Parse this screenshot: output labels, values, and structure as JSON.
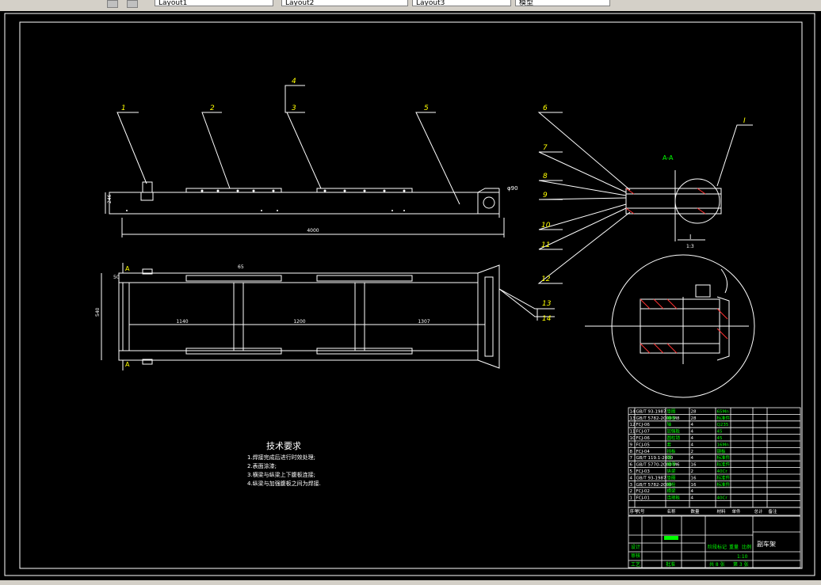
{
  "toolbar": {
    "tabs": [
      "Layout1",
      "Layout2",
      "Layout3",
      "模型"
    ]
  },
  "drawing": {
    "callouts": [
      "1",
      "2",
      "3",
      "4",
      "5",
      "6",
      "7",
      "8",
      "9",
      "10",
      "11",
      "12",
      "13",
      "14"
    ],
    "section_label": "A-A",
    "section_cut": "A",
    "detail_label": "I",
    "detail_scale": "1:3",
    "dims": {
      "overall_length": "4000",
      "side_height": "246",
      "diameter": "φ90",
      "width": "540",
      "span_1": "1140",
      "span_2": "1200",
      "span_3": "1307",
      "small_left": "50",
      "small_top": "65"
    }
  },
  "tech_req": {
    "title": "技术要求",
    "items": [
      "1.焊接完成后进行时效处理;",
      "2.表面涂漆;",
      "3.横梁与纵梁上下腹板连接;",
      "4.纵梁与加强腹板之间为焊接."
    ]
  },
  "bom": {
    "rows": [
      {
        "no": "14",
        "code": "GB/T 93-1987",
        "name": "垫圈",
        "qty": "28",
        "mat": "65Mn"
      },
      {
        "no": "13",
        "code": "GB/T 5782-2000 M8",
        "name": "螺栓",
        "qty": "28",
        "mat": "标准件"
      },
      {
        "no": "12",
        "code": "FCJ-06",
        "name": "轴",
        "qty": "4",
        "mat": "Q235"
      },
      {
        "no": "11",
        "code": "FCJ-07",
        "name": "加强板",
        "qty": "4",
        "mat": "45"
      },
      {
        "no": "10",
        "code": "FCJ-06",
        "name": "圆柱销",
        "qty": "4",
        "mat": "45"
      },
      {
        "no": "9",
        "code": "FCJ-05",
        "name": "套",
        "qty": "4",
        "mat": "16Mn"
      },
      {
        "no": "8",
        "code": "FCJ-04",
        "name": "挡板",
        "qty": "2",
        "mat": "钢板"
      },
      {
        "no": "7",
        "code": "GB/T 119.1-2000",
        "name": "销",
        "qty": "4",
        "mat": "标准件"
      },
      {
        "no": "6",
        "code": "GB/T 5770-2000 M6",
        "name": "螺母",
        "qty": "16",
        "mat": "标准件"
      },
      {
        "no": "5",
        "code": "FCJ-03",
        "name": "纵梁",
        "qty": "2",
        "mat": "40Cr"
      },
      {
        "no": "4",
        "code": "GB/T 93-1987",
        "name": "垫圈",
        "qty": "16",
        "mat": "标准件"
      },
      {
        "no": "3",
        "code": "GB/T 5782-2000",
        "name": "螺栓",
        "qty": "16",
        "mat": "标准件"
      },
      {
        "no": "2",
        "code": "FCJ-02",
        "name": "横梁",
        "qty": "4",
        "mat": ""
      },
      {
        "no": "1",
        "code": "FCJ-01",
        "name": "连接板",
        "qty": "4",
        "mat": "40Cr"
      }
    ],
    "header": [
      "序号",
      "代号",
      "名称",
      "数量",
      "材料",
      "单件",
      "总计",
      "备注"
    ],
    "title_name": "副车架",
    "scale": "1:10",
    "sheet": "共 8 张",
    "sheet_no": "第 3 张",
    "stage": "阶段标记",
    "weight": "重量",
    "ratio": "比例",
    "designer": "设计",
    "reviewer": "审核",
    "craft": "工艺",
    "approve": "批准"
  },
  "colors": {
    "line": "#ffffff",
    "accent": "#00ff00",
    "callout": "#ffff00",
    "background": "#000000"
  }
}
